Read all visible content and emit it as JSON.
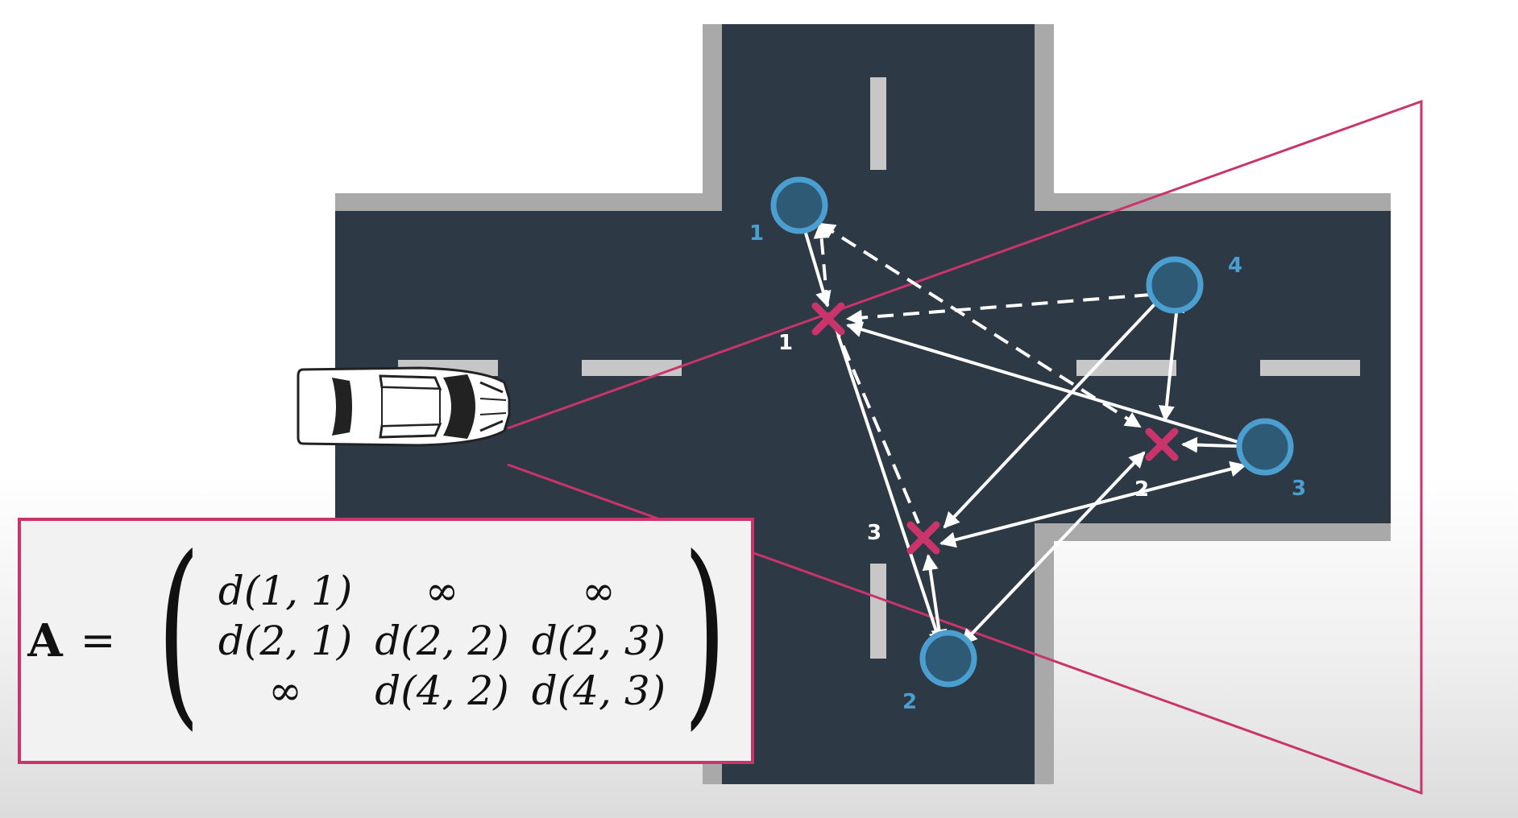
{
  "colors": {
    "road": "#2d3a45",
    "curb": "#a9a9a9",
    "lane_mark": "#c7c7c7",
    "measurement_blue": "#4b9fd0",
    "track_magenta": "#c9356b",
    "arrow_white": "#ffffff"
  },
  "icons": [
    "car-icon",
    "measurement-circle-icon",
    "track-cross-icon"
  ],
  "measurements": [
    {
      "id": "1",
      "label": "1"
    },
    {
      "id": "2",
      "label": "2"
    },
    {
      "id": "3",
      "label": "3"
    },
    {
      "id": "4",
      "label": "4"
    }
  ],
  "tracks": [
    {
      "id": "1",
      "label": "1"
    },
    {
      "id": "2",
      "label": "2"
    },
    {
      "id": "3",
      "label": "3"
    }
  ],
  "matrix": {
    "name": "A",
    "equals": "=",
    "rows": [
      [
        "d(1, 1)",
        "∞",
        "∞"
      ],
      [
        "d(2, 1)",
        "d(2, 2)",
        "d(2, 3)"
      ],
      [
        "∞",
        "d(4, 2)",
        "d(4, 3)"
      ]
    ]
  }
}
